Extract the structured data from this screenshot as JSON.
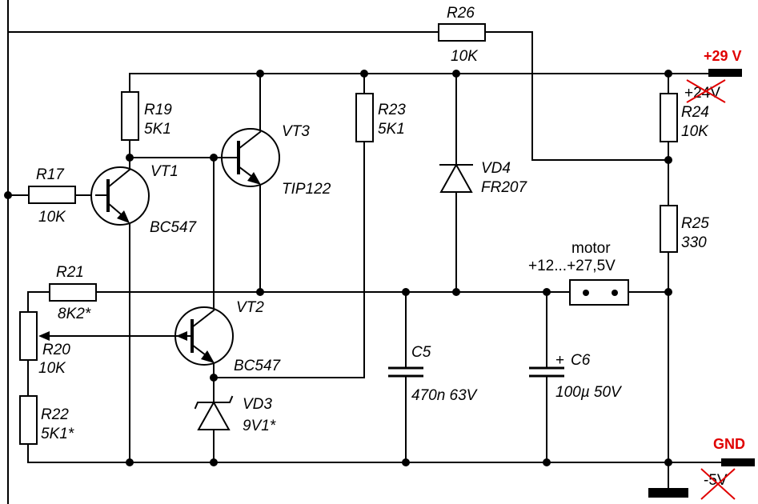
{
  "colors": {
    "wire": "#000000",
    "accent": "#e00000",
    "background": "#ffffff"
  },
  "supply": {
    "pos_label": "+29 V",
    "pos_old": "+24V",
    "gnd_label": "GND",
    "gnd_old": "-5V"
  },
  "resistors": {
    "r17": {
      "name": "R17",
      "value": "10K"
    },
    "r19": {
      "name": "R19",
      "value": "5K1"
    },
    "r20": {
      "name": "R20",
      "value": "10K"
    },
    "r21": {
      "name": "R21",
      "value": "8K2*"
    },
    "r22": {
      "name": "R22",
      "value": "5K1*"
    },
    "r23": {
      "name": "R23",
      "value": "5K1"
    },
    "r24": {
      "name": "R24",
      "value": "10K"
    },
    "r25": {
      "name": "R25",
      "value": "330"
    },
    "r26": {
      "name": "R26",
      "value": "10K"
    }
  },
  "transistors": {
    "vt1": {
      "name": "VT1",
      "type": "BC547"
    },
    "vt2": {
      "name": "VT2",
      "type": "BC547"
    },
    "vt3": {
      "name": "VT3",
      "type": "TIP122"
    }
  },
  "diodes": {
    "vd3": {
      "name": "VD3",
      "value": "9V1*"
    },
    "vd4": {
      "name": "VD4",
      "value": "FR207"
    }
  },
  "capacitors": {
    "c5": {
      "name": "C5",
      "value": "470n 63V"
    },
    "c6": {
      "name": "C6",
      "value": "100µ 50V",
      "polarity": "+"
    }
  },
  "motor": {
    "label": "motor",
    "voltage": "+12...+27,5V"
  }
}
